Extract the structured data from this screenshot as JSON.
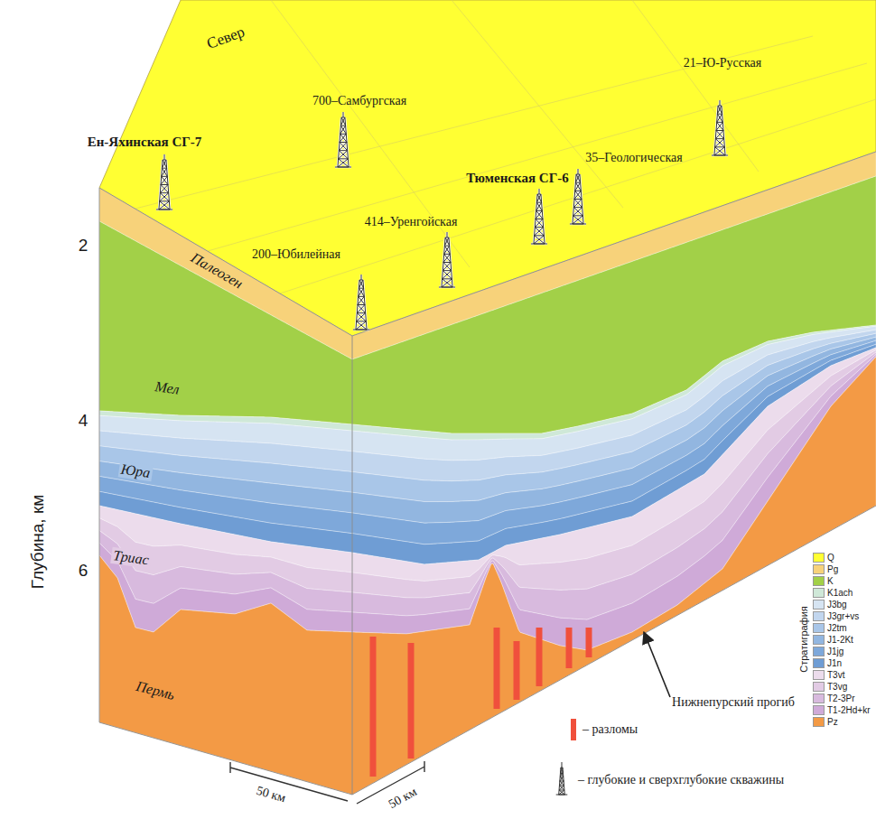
{
  "diagram": {
    "labels": [
      "Север",
      "700–Самбургская",
      "Ен-Яхинская СГ-7",
      "21–Ю-Русская",
      "35–Геологическая",
      "Тюменская СГ-6",
      "414–Уренгойская",
      "200–Юбилейная",
      "Палеоген",
      "2",
      "Мел",
      "4",
      "Юра",
      "6",
      "Триас",
      "Глубина, км",
      "Пермь",
      "Нижнепурский прогиб",
      "Стратиграфия",
      "50 км",
      "50 км"
    ],
    "legend": [
      {
        "text": "Q",
        "color": "#ffff33"
      },
      {
        "text": "Pg",
        "color": "#f7d27a"
      },
      {
        "text": "K",
        "color": "#a2d048"
      },
      {
        "text": "K1ach",
        "color": "#cfe8d8"
      },
      {
        "text": "J3bg",
        "color": "#d6e4f2"
      },
      {
        "text": "J3gr+vs",
        "color": "#c2d6ee"
      },
      {
        "text": "J2tm",
        "color": "#a9c6e8"
      },
      {
        "text": "J1-2Kt",
        "color": "#92b6e0"
      },
      {
        "text": "J1jg",
        "color": "#7ea8da"
      },
      {
        "text": "J1n",
        "color": "#6f9dd4"
      },
      {
        "text": "T3vt",
        "color": "#ecdcec"
      },
      {
        "text": "T3vg",
        "color": "#e2cbe4"
      },
      {
        "text": "T2-3Pr",
        "color": "#d8bade"
      },
      {
        "text": "T1-2Hd+kr",
        "color": "#cfaad8"
      },
      {
        "text": "Pz",
        "color": "#f39a45"
      },
      {
        "text": "– разломы"
      },
      {
        "text": "– глубокие и сверхглубокие скважины"
      }
    ]
  }
}
